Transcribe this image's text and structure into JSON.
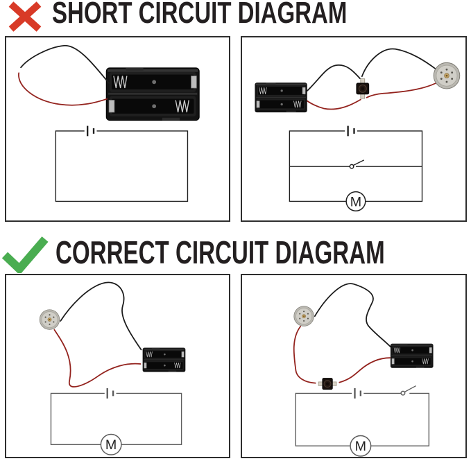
{
  "page_background": "#ffffff",
  "colors": {
    "x_red": "#d83a27",
    "check_green": "#4aad51",
    "title_text": "#231f20",
    "panel_border": "#2e2e2e",
    "schematic_line_short": "#1f1f1f",
    "schematic_line_correct": "#5c5c5c",
    "wire_black": "#1b1b1b",
    "wire_red": "#93221d"
  },
  "sections": [
    {
      "icon": "x-icon",
      "title": "SHORT CIRCUIT DIAGRAM",
      "panels": [
        {
          "name": "shorted-battery-pack",
          "components": [
            "battery-holder",
            "black-wire",
            "red-wire"
          ],
          "schematic": {
            "elements": [
              "battery"
            ],
            "motor_label": ""
          }
        },
        {
          "name": "switch-parallel-with-motor",
          "components": [
            "battery-holder",
            "push-button-switch",
            "dc-motor",
            "black-wire",
            "red-wire"
          ],
          "schematic": {
            "elements": [
              "battery",
              "open-switch",
              "motor"
            ],
            "motor_label": "M"
          }
        }
      ]
    },
    {
      "icon": "check-icon",
      "title": "CORRECT CIRCUIT DIAGRAM",
      "panels": [
        {
          "name": "motor-battery-series",
          "components": [
            "dc-motor",
            "battery-holder",
            "black-wire",
            "red-wire"
          ],
          "schematic": {
            "elements": [
              "battery",
              "motor"
            ],
            "motor_label": "M"
          }
        },
        {
          "name": "motor-switch-battery-series",
          "components": [
            "dc-motor",
            "battery-holder",
            "push-button-switch",
            "black-wire",
            "red-wire"
          ],
          "schematic": {
            "elements": [
              "battery",
              "open-switch",
              "motor"
            ],
            "motor_label": "M"
          }
        }
      ]
    }
  ]
}
